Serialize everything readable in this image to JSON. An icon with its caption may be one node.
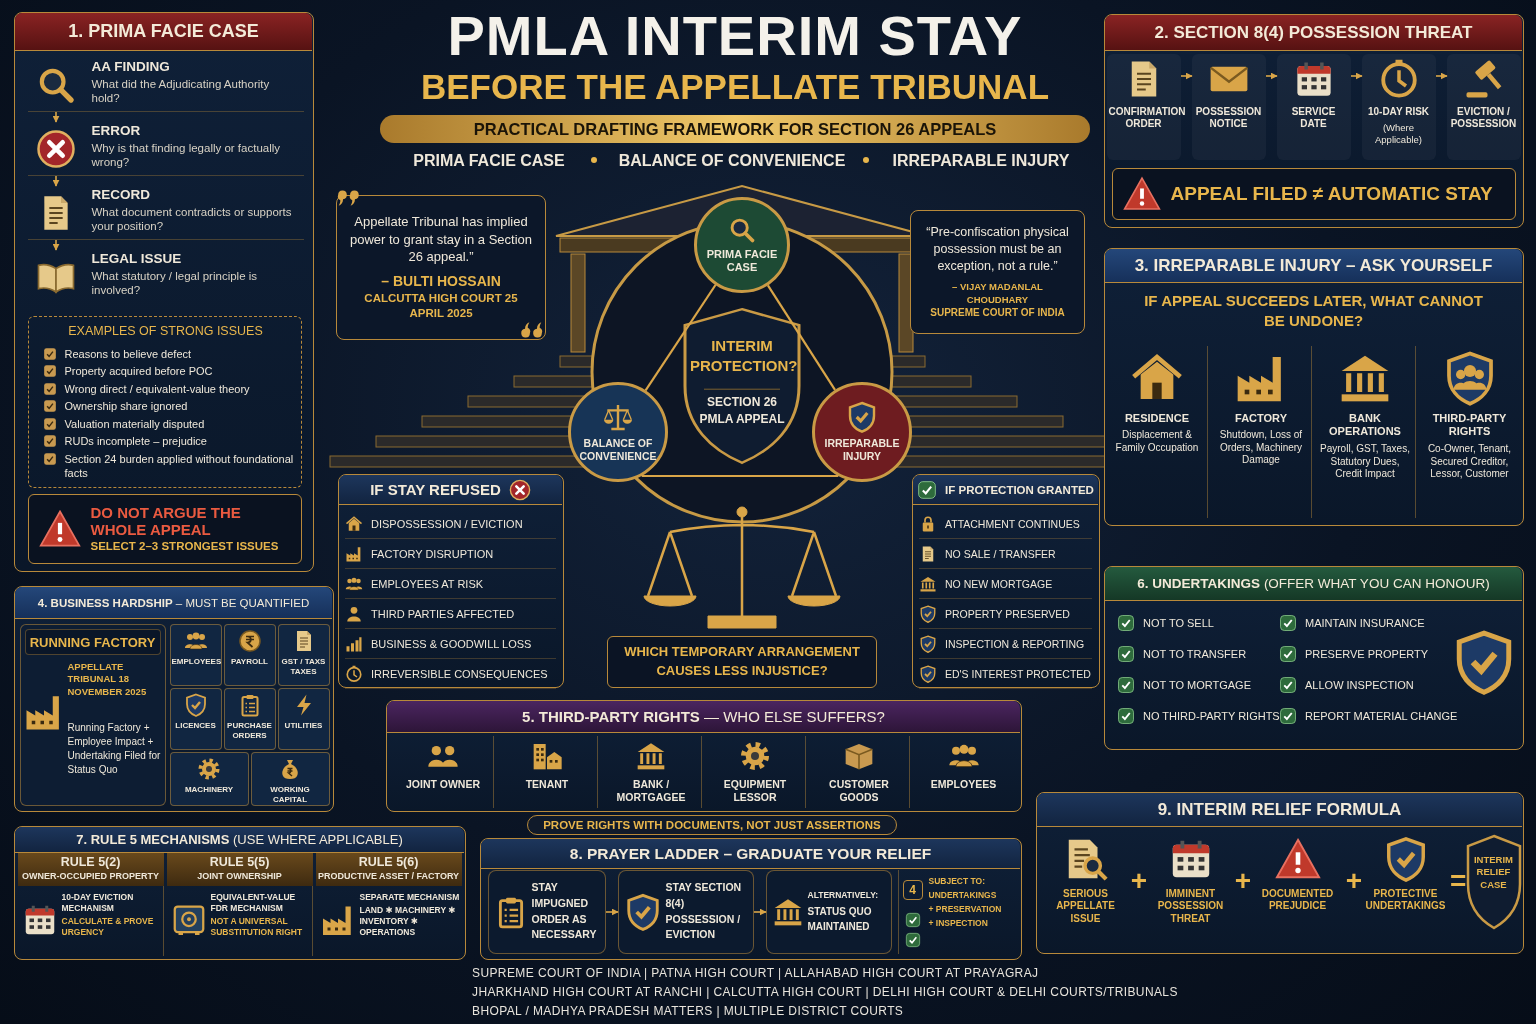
{
  "diagram": {
    "title": "PMLA INTERIM STAY",
    "nodes": [
      {
        "text": [
          "1. PRIMA FACIE CASE"
        ]
      },
      {
        "text": [
          "AA FINDING",
          "What did the Adjudicating Authority hold?"
        ],
        "in": 0
      },
      {
        "text": [
          "ERROR",
          "Why is that finding legally or factually wrong?"
        ],
        "in": 0
      },
      {
        "text": [
          "RECORD",
          "What document contradicts or supports your position?"
        ],
        "in": 0
      },
      {
        "text": [
          "LEGAL ISSUE",
          "What statutory / legal principle is involved?"
        ],
        "in": 0
      },
      {
        "text": [
          "EXAMPLES OF STRONG ISSUES",
          "Reasons to believe defect",
          "Property acquired before POC",
          "Wrong direct / equivalent-value theory",
          "Ownership share ignored",
          "Valuation materially disputed",
          "RUDs incomplete – prejudice",
          "Section 24 burden applied without foundational facts"
        ],
        "in": 0
      },
      {
        "text": [
          "DO NOT ARGUE THE WHOLE APPEAL",
          "SELECT 2–3 STRONGEST ISSUES"
        ],
        "in": 0
      },
      {
        "text": [
          "Appellate Tribunal has implied power to grant stay in a Section 26 appeal.”",
          "– BULTI HOSSAIN",
          "CALCUTTA HIGH COURT 25 APRIL 2025"
        ]
      },
      {
        "text": [
          "“Pre-confiscation physical possession must be an exception, not a rule.”",
          "– VIJAY MADANLAL CHOUDHARY",
          "SUPREME COURT OF INDIA"
        ]
      },
      {
        "text": [
          "PRIMA FACIE CASE"
        ]
      },
      {
        "text": [
          "INTERIM PROTECTION?",
          "SECTION 26 PMLA APPEAL"
        ]
      },
      {
        "text": [
          "BALANCE OF CONVENIENCE"
        ]
      },
      {
        "text": [
          "IRREPARABLE INJURY"
        ]
      },
      {
        "text": [
          "IF STAY REFUSED",
          "DISPOSSESSION / EVICTION",
          "FACTORY DISRUPTION",
          "EMPLOYEES AT RISK",
          "THIRD PARTIES AFFECTED",
          "BUSINESS & GOODWILL LOSS",
          "IRREVERSIBLE CONSEQUENCES"
        ]
      },
      {
        "text": [
          "IF PROTECTION GRANTED",
          "ATTACHMENT CONTINUES",
          "NO SALE / TRANSFER",
          "NO NEW MORTGAGE",
          "PROPERTY PRESERVED",
          "INSPECTION & REPORTING",
          "ED'S INTEREST PROTECTED"
        ]
      },
      {
        "text": [
          "WHICH TEMPORARY ARRANGEMENT CAUSES LESS INJUSTICE?"
        ]
      },
      {
        "text": [
          "2. SECTION 8(4) POSSESSION THREAT"
        ]
      },
      {
        "text": [
          "CONFIRMATION ORDER"
        ],
        "in": 16
      },
      {
        "text": [
          "POSSESSION NOTICE"
        ],
        "in": 16
      },
      {
        "text": [
          "SERVICE DATE"
        ],
        "in": 16
      },
      {
        "text": [
          "10-DAY RISK",
          "(Where Applicable)"
        ],
        "in": 16
      },
      {
        "text": [
          "EVICTION / POSSESSION"
        ],
        "in": 16
      },
      {
        "text": [
          "APPEAL FILED ≠ AUTOMATIC STAY"
        ],
        "in": 16
      },
      {
        "text": [
          "3. IRREPARABLE INJURY – ASK YOURSELF",
          "IF APPEAL SUCCEEDS LATER, WHAT CANNOT BE UNDONE?"
        ]
      },
      {
        "text": [
          "RESIDENCE",
          "Displacement & Family Occupation"
        ],
        "in": 23
      },
      {
        "text": [
          "FACTORY",
          "Shutdown, Loss of Orders, Machinery Damage"
        ],
        "in": 23
      },
      {
        "text": [
          "BANK OPERATIONS",
          "Payroll, GST, Taxes, Statutory Dues, Credit Impact"
        ],
        "in": 23
      },
      {
        "text": [
          "THIRD-PARTY RIGHTS",
          "Co-Owner, Tenant, Secured Creditor, Lessor, Customer"
        ],
        "in": 23
      },
      {
        "text": [
          "**6. UNDERTAKINGS** (OFFER WHAT YOU CAN HONOUR)",
          "NOT TO SELL",
          "MAINTAIN INSURANCE",
          "NOT TO TRANSFER",
          "PRESERVE PROPERTY",
          "NOT TO MORTGAGE",
          "ALLOW INSPECTION",
          "NO THIRD-PARTY RIGHTS",
          "REPORT MATERIAL CHANGE"
        ]
      },
      {
        "text": [
          "**4. BUSINESS HARDSHIP** – MUST BE QUANTIFIED"
        ]
      },
      {
        "text": [
          "RUNNING FACTORY",
          "APPELLATE TRIBUNAL 18 NOVEMBER 2025",
          "Running Factory + Employee Impact + Undertaking Filed for Status Quo"
        ],
        "in": 29
      },
      {
        "text": [
          "EMPLOYEES"
        ],
        "in": 29
      },
      {
        "text": [
          "PAYROLL"
        ],
        "in": 29
      },
      {
        "text": [
          "GST / TAXS TAXES"
        ],
        "in": 29
      },
      {
        "text": [
          "LICENCES"
        ],
        "in": 29
      },
      {
        "text": [
          "PURCHASE ORDERS"
        ],
        "in": 29
      },
      {
        "text": [
          "UTILITIES"
        ],
        "in": 29
      },
      {
        "text": [
          "MACHINERY"
        ],
        "in": 29
      },
      {
        "text": [
          "WORKING CAPITAL"
        ],
        "in": 29
      },
      {
        "text": [
          "**7. RULE 5 MECHANISMS** (USE WHERE APPLICABLE)"
        ]
      },
      {
        "text": [
          "RULE 5(2)",
          "OWNER-OCCUPIED PROPERTY",
          "10-DAY EVICTION MECHANISM",
          "CALCULATE & PROVE URGENCY"
        ],
        "in": 39
      },
      {
        "text": [
          "RULE 5(5)",
          "JOINT OWNERSHIP",
          "EQUIVALENT-VALUE FDR MECHANISM",
          "NOT A UNIVERSAL SUBSTITUTION RIGHT"
        ],
        "in": 39
      },
      {
        "text": [
          "RULE 5(6)",
          "PRODUCTIVE ASSET / FACTORY",
          "SEPARATE MECHANISM",
          "LAND ✱ MACHINERY ✱ INVENTORY ✱ OPERATIONS"
        ],
        "in": 39
      },
      {
        "text": [
          "**5. THIRD-PARTY RIGHTS** — WHO ELSE SUFFERS?"
        ]
      },
      {
        "text": [
          "JOINT OWNER"
        ],
        "in": 43
      },
      {
        "text": [
          "TENANT"
        ],
        "in": 43
      },
      {
        "text": [
          "BANK / MORTGAGEE"
        ],
        "in": 43
      },
      {
        "text": [
          "EQUIPMENT LESSOR"
        ],
        "in": 43
      },
      {
        "text": [
          "CUSTOMER GOODS"
        ],
        "in": 43
      },
      {
        "text": [
          "EMPLOYEES"
        ],
        "in": 43
      },
      {
        "text": [
          "PROVE RIGHTS WITH DOCUMENTS, NOT JUST ASSERTIONS"
        ]
      },
      {
        "text": [
          "8. PRAYER LADDER – GRADUATE YOUR RELIEF"
        ]
      },
      {
        "text": [
          "STAY IMPUGNED ORDER AS NECESSARY"
        ],
        "in": 51
      },
      {
        "text": [
          "STAY SECTION 8(4) POSSESSION / EVICTION"
        ],
        "in": 51
      },
      {
        "text": [
          "ALTERNATIVELY:",
          "STATUS QUO MAINTAINED"
        ],
        "in": 51
      },
      {
        "text": [
          "4",
          "SUBJECT TO:",
          "UNDERTAKINGS",
          "+ PRESERVATION",
          "+ INSPECTION"
        ],
        "in": 51
      },
      {
        "text": [
          "9. INTERIM RELIEF FORMULA"
        ]
      },
      {
        "text": [
          "SERIOUS APPELLATE ISSUE"
        ],
        "in": 56
      },
      {
        "text": [
          "IMMINENT POSSESSION THREAT"
        ],
        "in": 56
      },
      {
        "text": [
          "DOCUMENTED PREJUDICE"
        ],
        "in": 56
      },
      {
        "text": [
          "PROTECTIVE UNDERTAKINGS"
        ],
        "in": 56
      },
      {
        "text": [
          "INTERIM RELIEF CASE"
        ],
        "in": 56
      }
    ],
    "edges": [
      {
        "from": 1,
        "to": 2,
        "arrow": "to"
      },
      {
        "from": 2,
        "to": 3,
        "arrow": "to"
      },
      {
        "from": 3,
        "to": 4,
        "arrow": "to"
      },
      {
        "from": 9,
        "to": 11,
        "arrow": "none"
      },
      {
        "from": 9,
        "to": 12,
        "arrow": "none"
      },
      {
        "from": 11,
        "to": 12,
        "arrow": "none"
      },
      {
        "from": 17,
        "to": 18,
        "arrow": "to"
      },
      {
        "from": 18,
        "to": 19,
        "arrow": "to"
      },
      {
        "from": 19,
        "to": 20,
        "arrow": "to"
      },
      {
        "from": 20,
        "to": 21,
        "arrow": "to"
      },
      {
        "from": 52,
        "to": 53,
        "arrow": "to"
      },
      {
        "from": 53,
        "to": 54,
        "arrow": "to"
      }
    ],
    "labels": [
      "BEFORE THE APPELLATE TRIBUNAL",
      "PRACTICAL DRAFTING FRAMEWORK FOR SECTION 26 APPEALS",
      "PRIMA FACIE CASE",
      "BALANCE OF CONVENIENCE",
      "IRREPARABLE INJURY",
      "+",
      "+",
      "+",
      "=",
      "SUPREME COURT OF INDIA | PATNA HIGH COURT | ALLAHABAD HIGH COURT AT PRAYAGRAJ",
      "JHARKHAND HIGH COURT AT RANCHI | CALCUTTA HIGH COURT | DELHI HIGH COURT & DELHI COURTS/TRIBUNALS",
      "BHOPAL / MADHYA PRADESH MATTERS | MULTIPLE DISTRICT COURTS"
    ]
  }
}
